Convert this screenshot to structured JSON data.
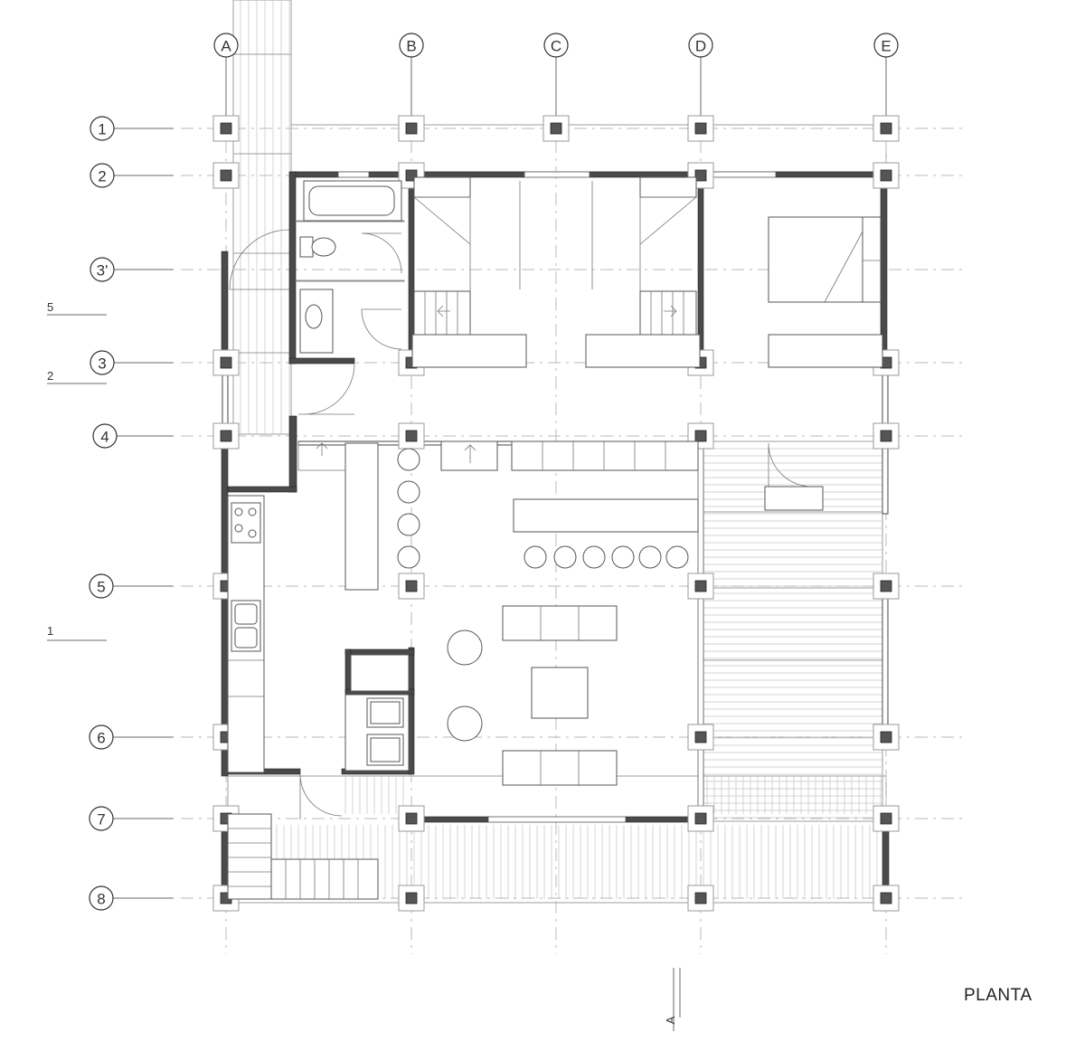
{
  "drawing": {
    "title": "PLANTA",
    "section_marker": "A"
  },
  "grid_axes": {
    "columns": [
      "A",
      "B",
      "C",
      "D",
      "E"
    ],
    "rows": [
      "1",
      "2",
      "3'",
      "3",
      "4",
      "5",
      "6",
      "7",
      "8"
    ]
  },
  "level_marks": [
    "5",
    "2",
    "1"
  ]
}
